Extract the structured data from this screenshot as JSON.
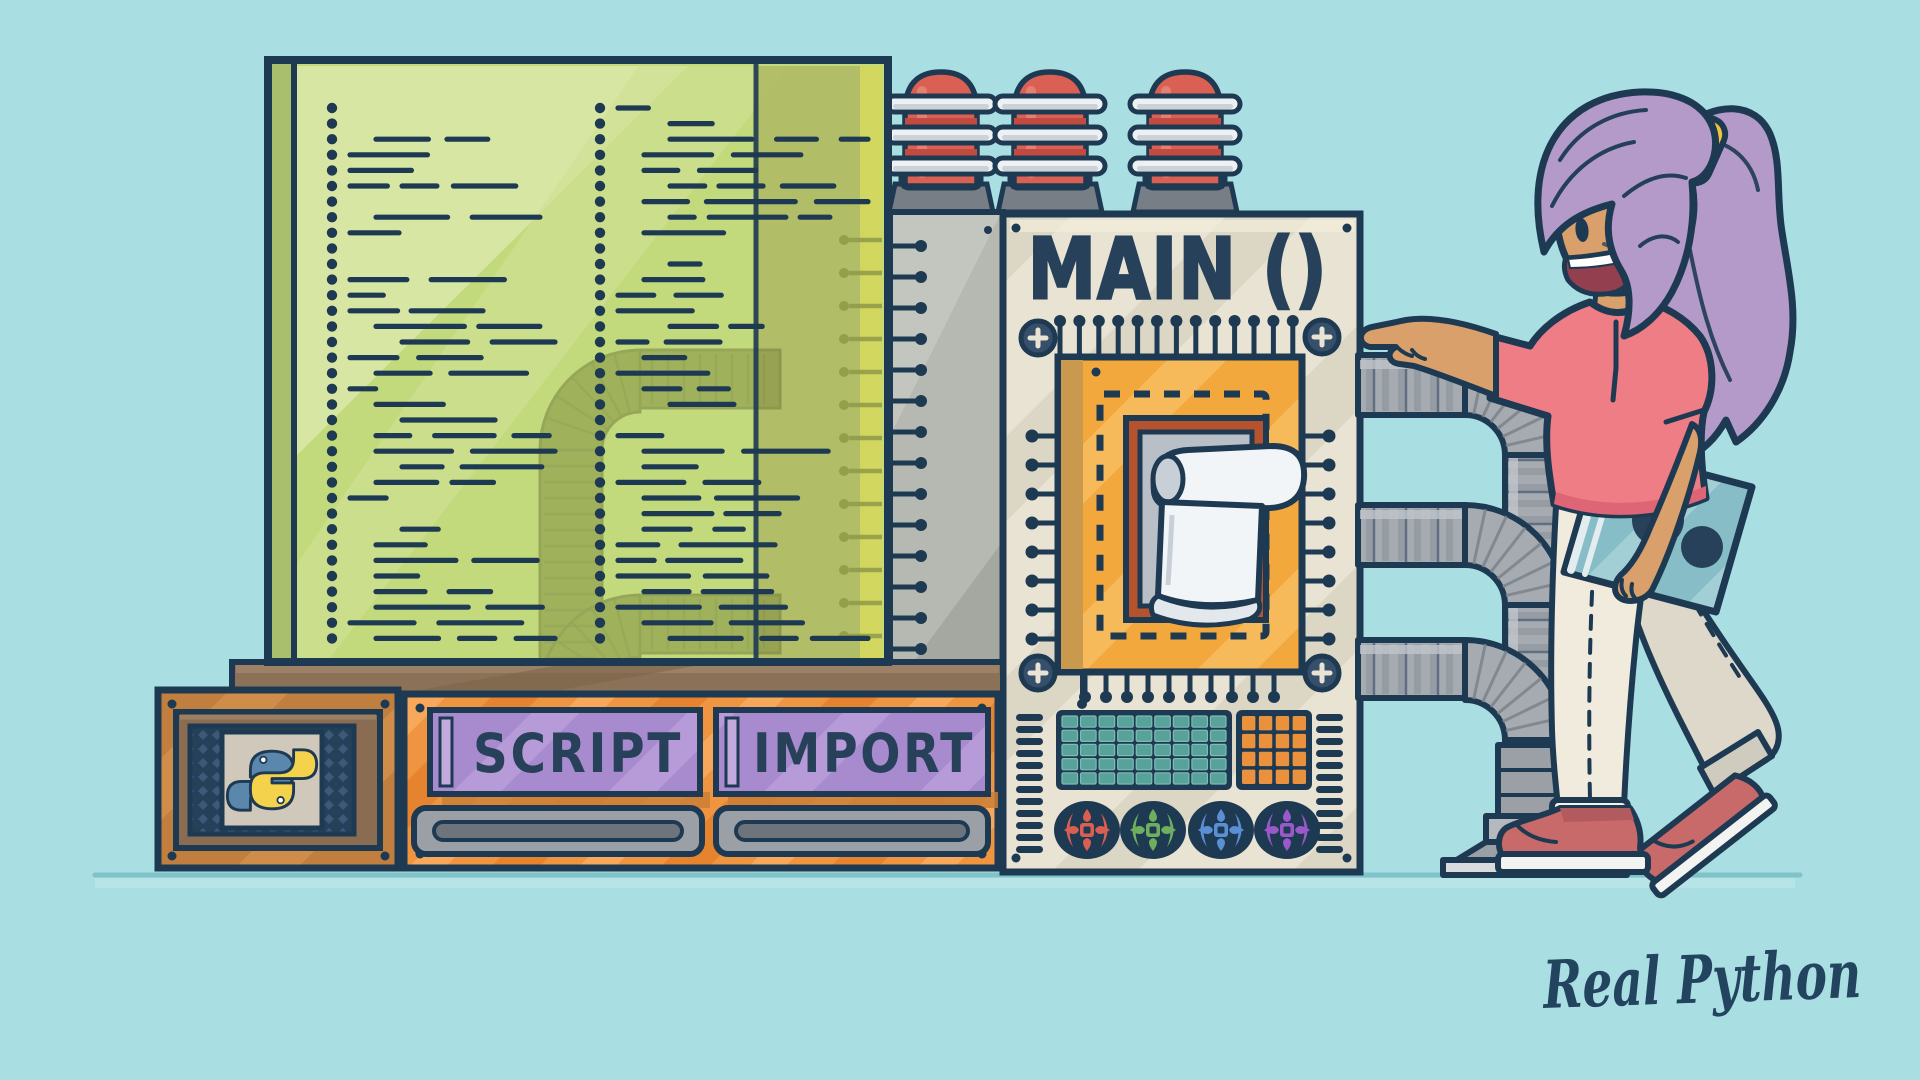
{
  "illustration": {
    "machine": {
      "panel_title": "MAIN ()",
      "button_labels": [
        "SCRIPT",
        "IMPORT"
      ],
      "capacitor_count": 3,
      "teal_grid": {
        "cols": 9,
        "rows": 5,
        "cell_color": "#57a29b"
      },
      "orange_grid": {
        "cols": 4,
        "rows": 4,
        "cell_color": "#e9913c"
      },
      "globe_colors": [
        "#d95f52",
        "#6fae5e",
        "#5b8fd4",
        "#9a59c8"
      ]
    },
    "signature": "Real Python",
    "python_logo": {
      "blue": "#5a87ab",
      "yellow": "#f5d24b"
    },
    "colors": {
      "background": "#a9dee3",
      "outline_navy": "#1e3a52",
      "screen_green": "#c3da7c",
      "screen_green_light": "#d7e7a3",
      "screen_edge_olive": "#b1bd66",
      "console_orange": "#ef9440",
      "button_purple": "#a78bce",
      "panel_cream": "#e9e3d3",
      "chip_orange": "#f3a83d",
      "capacitor_red": "#da6053",
      "pipe_gray": "#a6abb2",
      "hair_purple": "#b49ac9",
      "shirt_coral": "#ee7d86",
      "pants_ivory": "#f0ebdc",
      "sneaker_red": "#c96a6a",
      "skin": "#d9a06c",
      "book_teal": "#86bdc7",
      "scrunchie_yellow": "#f2c23c",
      "ground_line": "#7fc3c9"
    },
    "icons": {
      "python-logo-icon": "two interlocked snakes (blue / yellow)",
      "document-scroll-icon": "curled white paper sheet inside CPU chip",
      "globe-icon": "network globe button, 4 colors",
      "screw-icon": "phillips screw head",
      "vacuum-tube-icon": "red capacitor lamp with white rings"
    }
  }
}
